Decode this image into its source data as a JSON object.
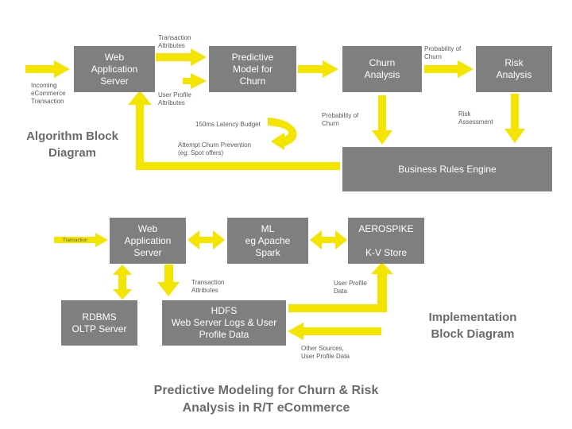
{
  "colors": {
    "box": "#7f7f7f",
    "arrow": "#f3e500",
    "label": "#595959",
    "title": "#6b6b6b"
  },
  "algorithm": {
    "title": "Algorithm Block\nDiagram",
    "boxes": {
      "web_app": "Web\nApplication\nServer",
      "predictive": "Predictive\nModel for\nChurn",
      "churn": "Churn\nAnalysis",
      "risk": "Risk\nAnalysis",
      "rules": "Business Rules Engine"
    },
    "labels": {
      "incoming": "Incoming\neCommerce\nTransaction",
      "transaction_attributes": "Transaction\nAttributes",
      "user_profile_attributes": "User Profile\nAttributes",
      "prob_churn_top": "Probability of\nChurn",
      "prob_churn_side": "Probability of\nChurn",
      "risk_assessment": "Risk\nAssessment",
      "latency": "150ms Latency Budget",
      "attempt": "Attempt Churn Prevention\n(eg: Spot offers)"
    }
  },
  "implementation": {
    "title": "Implementation\nBlock Diagram",
    "boxes": {
      "web_app": "Web\nApplication\nServer",
      "ml": "ML\neg Apache\nSpark",
      "aerospike": "AEROSPIKE\n\nK-V Store",
      "rdbms": "RDBMS\nOLTP Server",
      "hdfs": "HDFS\nWeb Server Logs & User\nProfile Data"
    },
    "labels": {
      "transaction_tag": "Transaction",
      "transaction_attributes": "Transaction\nAttributes",
      "user_profile_data": "User Profile\nData",
      "other_sources": "Other Sources,\nUser Profile Data"
    }
  },
  "footer_title": "Predictive Modeling for Churn & Risk\nAnalysis in R/T eCommerce"
}
